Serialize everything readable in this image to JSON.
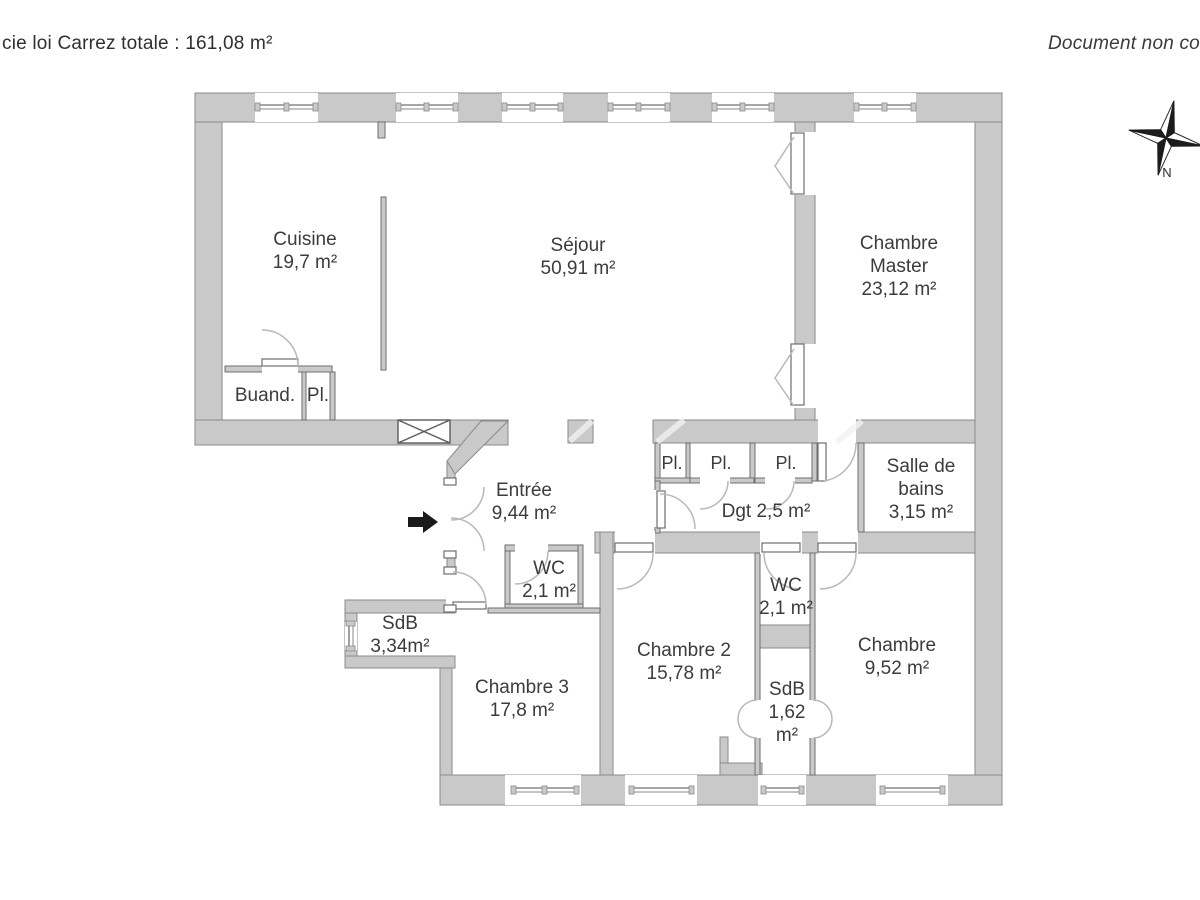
{
  "header": {
    "left_text": "cie loi Carrez totale :  161,08 m²",
    "right_text": "Document non cor"
  },
  "compass": {
    "label": "N"
  },
  "colors": {
    "wall_fill": "#c9c9c9",
    "wall_outline": "#8a8a8a",
    "thin_wall_outline": "#6e6e6e",
    "text": "#3c3c3c",
    "arrow": "#1a1a1a"
  },
  "rooms": {
    "cuisine": {
      "name": "Cuisine",
      "area": "19,7 m²"
    },
    "sejour": {
      "name": "Séjour",
      "area": "50,91 m²"
    },
    "master": {
      "name": "Chambre",
      "name2": "Master",
      "area": "23,12 m²"
    },
    "buanderie": {
      "name": "Buand."
    },
    "placard_buand": {
      "name": "Pl."
    },
    "entree": {
      "name": "Entrée",
      "area": "9,44 m²"
    },
    "placard1": {
      "name": "Pl."
    },
    "placard2": {
      "name": "Pl."
    },
    "placard3": {
      "name": "Pl."
    },
    "degagement": {
      "name": "Dgt 2,5 m²"
    },
    "salle_de_bains": {
      "name": "Salle de",
      "name2": "bains",
      "area": "3,15 m²"
    },
    "wc_gauche": {
      "name": "WC",
      "area": "2,1 m²"
    },
    "sdb_gauche": {
      "name": "SdB",
      "area": "3,34m²"
    },
    "chambre3": {
      "name": "Chambre 3",
      "area": "17,8 m²"
    },
    "chambre2": {
      "name": "Chambre 2",
      "area": "15,78 m²"
    },
    "wc_droit": {
      "name": "WC",
      "area": "2,1 m²"
    },
    "sdb_centre": {
      "name": "SdB",
      "area": "1,62",
      "area2": "m²"
    },
    "chambre": {
      "name": "Chambre",
      "area": "9,52 m²"
    }
  }
}
